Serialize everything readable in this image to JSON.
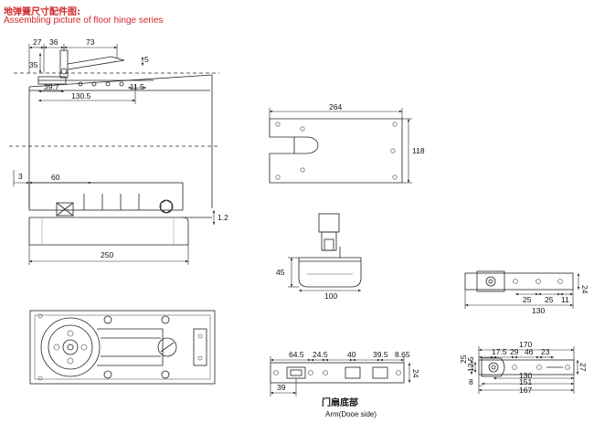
{
  "header": {
    "title_cn": "地弹簧尺寸配件图:",
    "title_en": "Assembling picture of floor hinge series"
  },
  "views": {
    "assembly": {
      "dims": {
        "d27": "27",
        "d36": "36",
        "d73": "73",
        "d35": "35",
        "d5": "5",
        "d39_7": "39.7",
        "d11_5": "11.5",
        "d130_5": "130.5",
        "d3": "3",
        "d60": "60",
        "d1_2": "1.2",
        "d250": "250"
      }
    },
    "top_plate": {
      "dims": {
        "d264": "264",
        "d118": "118"
      }
    },
    "spindle": {
      "dims": {
        "d45": "45",
        "d100": "100"
      }
    },
    "top_arm": {
      "dims": {
        "d25": "25",
        "d25b": "25",
        "d11": "11",
        "d130": "130"
      }
    },
    "door_bottom": {
      "dims": {
        "d64_5": "64.5",
        "d24_5": "24.5",
        "d40": "40",
        "d39_5": "39.5",
        "d8_65": "8.65",
        "d24": "24",
        "d39": "39"
      },
      "caption_cn": "门扇底部",
      "caption_en": "Arm(Dooe side)"
    },
    "side_arm": {
      "dims": {
        "d170": "170",
        "d17_5": "17.5",
        "d29": "29",
        "d46": "46",
        "d23": "23",
        "d25": "25",
        "d12_5": "12.5",
        "d27": "27",
        "d130": "130",
        "d8": "8",
        "d151": "151",
        "d167": "167"
      }
    }
  },
  "colors": {
    "title": "#d2282a",
    "line": "#222222",
    "screw": "#777777"
  }
}
